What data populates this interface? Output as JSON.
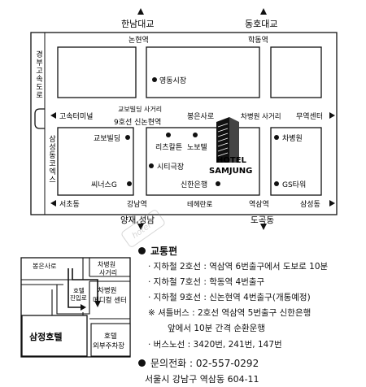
{
  "map": {
    "directions": {
      "north_left": "한남대교",
      "north_right": "동호대교",
      "south_left": "양재,성남",
      "south_right": "도곡동"
    },
    "roads": {
      "top_road_left": "논현역",
      "top_road_right": "학동역",
      "left_road_vertical": "경부고속도로",
      "middle_road_west": "고속터미널",
      "middle_road_label_top": "교보빌딩 사거리",
      "middle_road_label_bottom": "9호선 신논현역",
      "middle_road_center": "봉은사로",
      "middle_road_right_label": "차병원 사거리",
      "middle_road_east": "무역센터",
      "bottom_road_west": "서초동",
      "bottom_road_left": "강남역",
      "bottom_road_center": "테헤란로",
      "bottom_road_right": "역삼역",
      "bottom_road_east": "삼성동",
      "left_vertical_lower": "삼성동코엑스"
    },
    "landmarks": {
      "youngdong_market": "영동시장",
      "kyobo_building": "교보빌딩",
      "ritz_carlton": "리츠칼튼",
      "novotel": "노보텔",
      "cha_hospital": "차병원",
      "city_theater": "시티극장",
      "sinhan_bank": "신한은행",
      "cinus": "씨너스G",
      "gs_tower": "GS타워",
      "hotel_line1": "HOTEL",
      "hotel_line2": "SAMJUNG"
    },
    "watermark": "hotel"
  },
  "inset": {
    "bongeunsa": "봉은사로",
    "cha_crossing_line1": "차병원",
    "cha_crossing_line2": "사거리",
    "entry_line1": "호텔",
    "entry_line2": "진입로",
    "cha_medical_line1": "차병원",
    "cha_medical_line2": "메디컬 센터",
    "hotel_name": "삼정호텔",
    "outside_parking_line1": "호텔",
    "outside_parking_line2": "외부주차장"
  },
  "info": {
    "transport_title": "교통편",
    "line2": "· 지하철 2호선 : 역삼역 6번출구에서 도보로 10분",
    "line7": "· 지하철 7호선 : 학동역 4번출구",
    "line9": "· 지하철 9호선 : 신논현역 4번출구(개통예정)",
    "shuttle1": "※ 셔틀버스 : 2호선 역삼역 5번출구 신한은행",
    "shuttle2": "앞에서 10분 간격 순환운행",
    "bus": "· 버스노선 : 3420번, 241번, 147번",
    "phone": "문의전화 : 02-557-0292",
    "address": "서울시 강남구 역삼동 604-11"
  }
}
